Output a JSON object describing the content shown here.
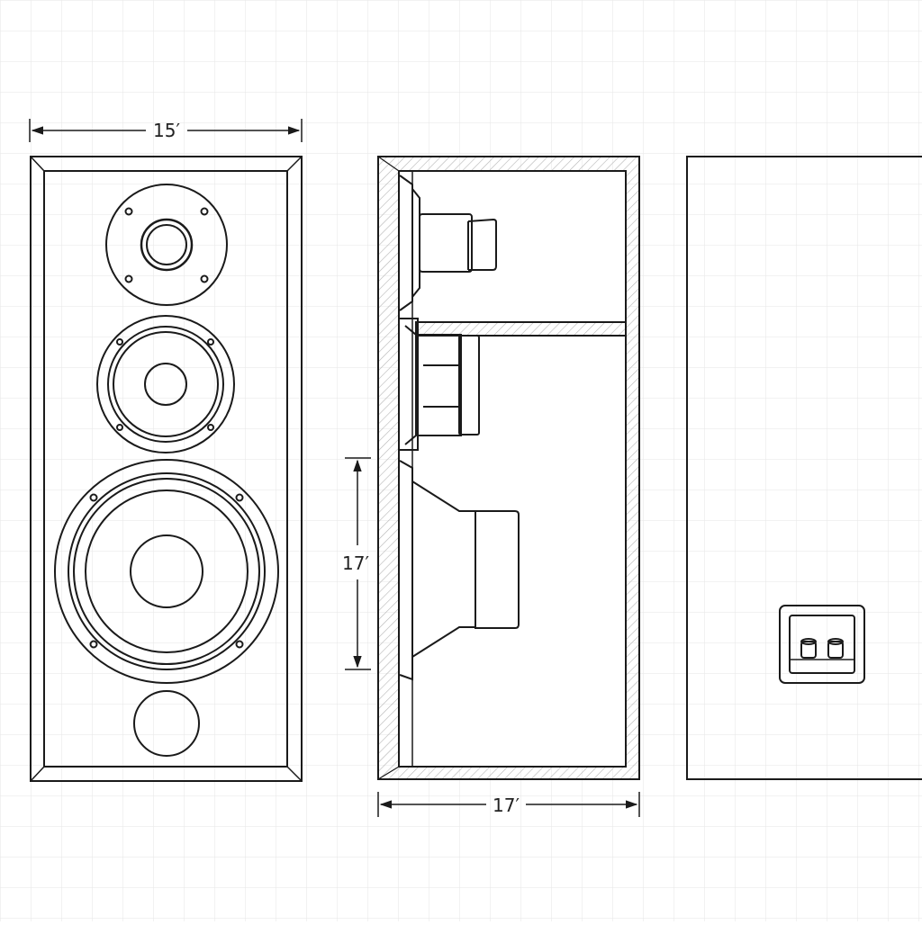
{
  "colors": {
    "background": "#ffffff",
    "grid": "#e6e6e6",
    "line": "#1a1a1a",
    "hatch": "#b5b5b5"
  },
  "dimensions": {
    "front_width": "15′",
    "woofer_height": "17′",
    "cabinet_depth": "17′"
  },
  "views": {
    "front": {
      "drivers": [
        "tweeter",
        "midrange",
        "woofer",
        "port"
      ]
    },
    "side": {
      "drivers": [
        "tweeter",
        "midrange",
        "woofer"
      ]
    },
    "rear": {
      "terminal": "binding-posts"
    }
  }
}
